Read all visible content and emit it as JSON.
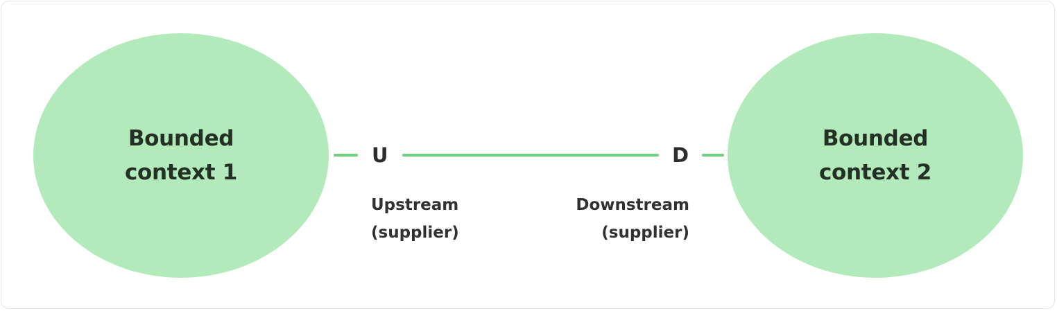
{
  "contexts": [
    {
      "line1": "Bounded",
      "line2": "context 1"
    },
    {
      "line1": "Bounded",
      "line2": "context 2"
    }
  ],
  "markers": {
    "upstream": "U",
    "downstream": "D"
  },
  "roles": {
    "upstream": {
      "line1": "Upstream",
      "line2": "(supplier)"
    },
    "downstream": {
      "line1": "Downstream",
      "line2": "(supplier)"
    }
  },
  "colors": {
    "context_fill": "#b3eabb",
    "connector": "#6fd17f",
    "text": "#243024"
  }
}
